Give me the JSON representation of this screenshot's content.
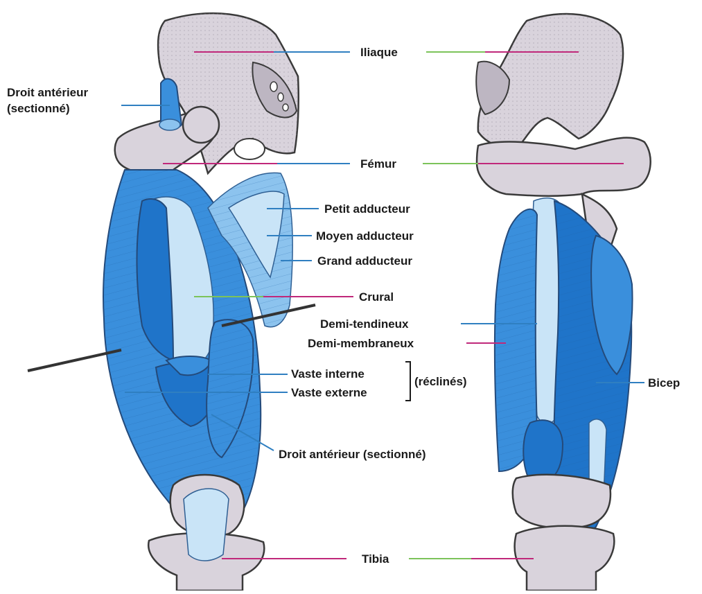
{
  "labels": {
    "iliaque": "Iliaque",
    "droit_anterieur_top_line1": "Droit antérieur",
    "droit_anterieur_top_line2": "(sectionné)",
    "femur": "Fémur",
    "petit_adducteur": "Petit adducteur",
    "moyen_adducteur": "Moyen adducteur",
    "grand_adducteur": "Grand adducteur",
    "crural": "Crural",
    "demi_tendineux": "Demi-tendineux",
    "demi_membraneux": "Demi-membraneux",
    "vaste_interne": "Vaste interne",
    "vaste_externe": "Vaste externe",
    "reclines": "(réclinés)",
    "biceps": "Bicep",
    "droit_anterieur_bottom": "Droit antérieur (sectionné)",
    "tibia": "Tibia"
  },
  "colors": {
    "bone": "#d9d3dc",
    "muscle_deep": "#1f74c9",
    "muscle_mid": "#3a8fdc",
    "muscle_light": "#8cc3ee",
    "muscle_pale": "#c9e4f7",
    "leader_blue": "#2f7fc1",
    "leader_magenta": "#c0287a",
    "leader_green": "#7cc35a"
  }
}
